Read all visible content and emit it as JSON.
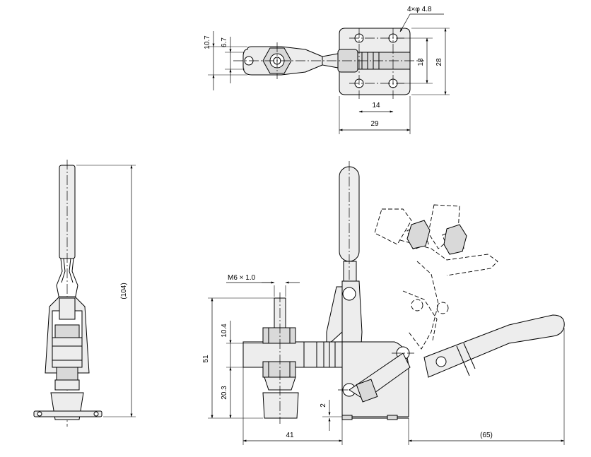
{
  "dimensions": {
    "holes": "4×φ 4.8",
    "hole_pitch_x": "14",
    "hole_pitch_y": "18",
    "base_width": "29",
    "base_height": "28",
    "dim_10_7": "10.7",
    "dim_6_7": "6.7",
    "thread": "M6 × 1.0",
    "height_51": "51",
    "dim_10_4": "10.4",
    "dim_20_3": "20.3",
    "dim_2": "2",
    "dim_41": "41",
    "dim_65": "(65)",
    "total_104": "(104)"
  }
}
